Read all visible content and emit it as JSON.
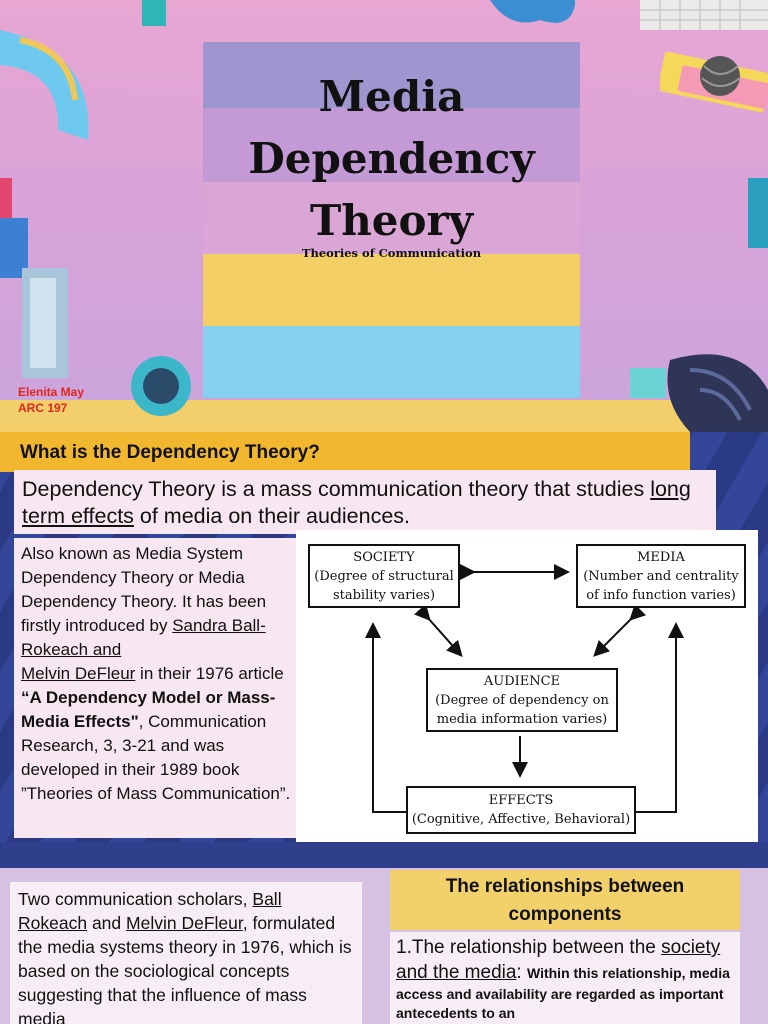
{
  "cover": {
    "title_line1": "Media",
    "title_line2": "Dependency",
    "title_line3": "Theory",
    "subtitle": "Theories of Communication",
    "author_name": "Elenita May",
    "author_course": "ARC 197",
    "colors": {
      "band1": "#9f96cf",
      "band2": "#c49ad6",
      "band3": "#f4cf66",
      "band4": "#86cfee",
      "floor": "#f3cf6b"
    }
  },
  "slide2": {
    "heading": "What is the Dependency Theory?",
    "lead_part1": "Dependency Theory is a mass communication theory that studies ",
    "lead_underlined": "long term effects",
    "lead_part2": " of media on their audiences.",
    "body_part1": "Also known as Media System Dependency Theory or Media Dependency Theory. It has been firstly introduced by ",
    "body_author1": "Sandra Ball-Rokeach and",
    "body_author2": "Melvin DeFleur",
    "body_part2": " in their 1976 article ",
    "body_article": "“A Dependency Model or Mass-Media Effects\"",
    "body_part3": ", Communication Research, 3, 3-21 and was developed in their 1989 book ”Theories of Mass Communication”.",
    "diagram": {
      "society_title": "SOCIETY",
      "society_desc": "(Degree of structural stability varies)",
      "media_title": "MEDIA",
      "media_desc": "(Number and centrality of info function varies)",
      "audience_title": "AUDIENCE",
      "audience_desc": "(Degree of dependency on media information varies)",
      "effects_title": "EFFECTS",
      "effects_desc": "(Cognitive, Affective, Behavioral)"
    }
  },
  "slide3": {
    "left_part1": "Two communication scholars, ",
    "left_name1": "Ball Rokeach",
    "left_and": " and ",
    "left_name2": "Melvin DeFleur",
    "left_part2": ", formulated the media systems theory in 1976, which is based on the sociological concepts suggesting that the influence of mass media",
    "right_heading": "The relationships between components",
    "right_item_prefix": "1.The relationship between the ",
    "right_item_underlined": "society and the media",
    "right_item_colon": ": ",
    "right_item_detail": "Within this relationship, media access and availability are regarded as important antecedents to an"
  }
}
